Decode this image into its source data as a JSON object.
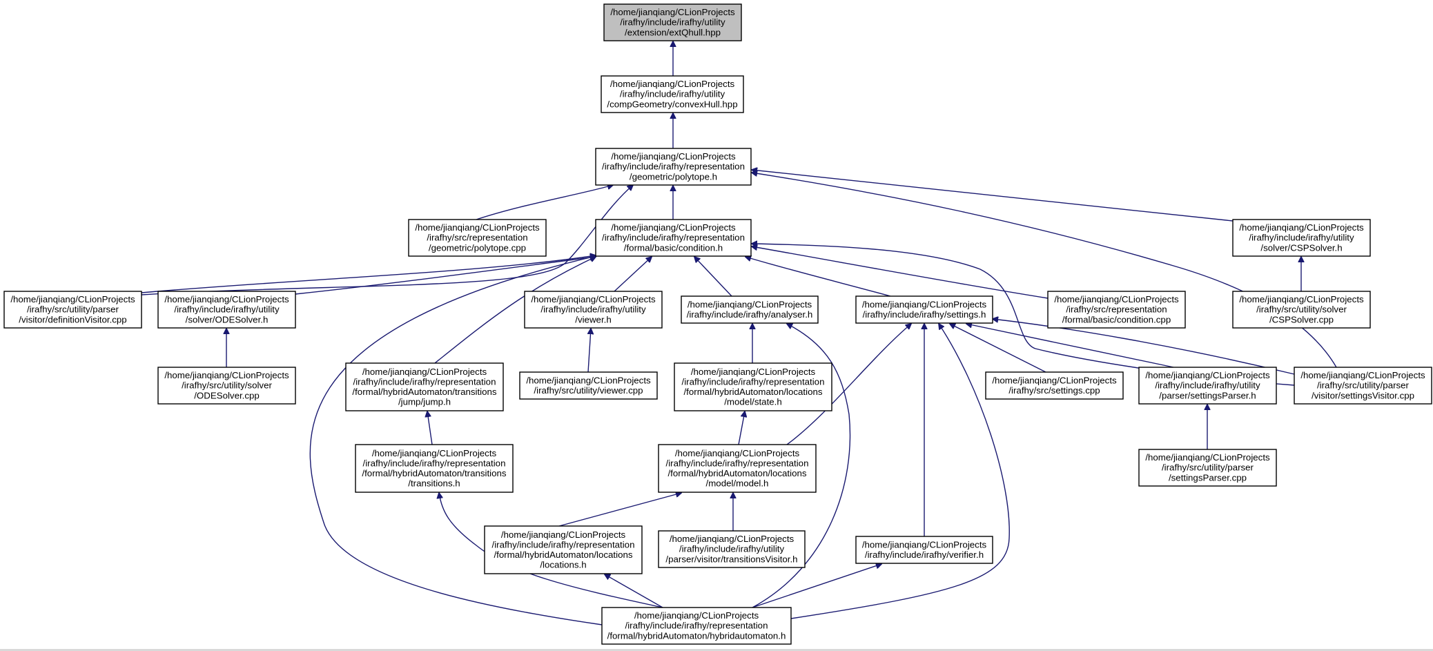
{
  "graph": {
    "edge_color": "#191970",
    "focus_fill": "#bfbfbf",
    "nodes": [
      {
        "id": "extQhull",
        "lines": [
          "/home/jianqiang/CLionProjects",
          "/irafhy/include/irafhy/utility",
          "/extension/extQhull.hpp"
        ],
        "focus": true
      },
      {
        "id": "convexHull",
        "lines": [
          "/home/jianqiang/CLionProjects",
          "/irafhy/include/irafhy/utility",
          "/compGeometry/convexHull.hpp"
        ]
      },
      {
        "id": "polytope_h",
        "lines": [
          "/home/jianqiang/CLionProjects",
          "/irafhy/include/irafhy/representation",
          "/geometric/polytope.h"
        ]
      },
      {
        "id": "polytope_cpp",
        "lines": [
          "/home/jianqiang/CLionProjects",
          "/irafhy/src/representation",
          "/geometric/polytope.cpp"
        ]
      },
      {
        "id": "condition_h",
        "lines": [
          "/home/jianqiang/CLionProjects",
          "/irafhy/include/irafhy/representation",
          "/formal/basic/condition.h"
        ]
      },
      {
        "id": "cspsolver_h",
        "lines": [
          "/home/jianqiang/CLionProjects",
          "/irafhy/include/irafhy/utility",
          "/solver/CSPSolver.h"
        ]
      },
      {
        "id": "definitionVisitor",
        "lines": [
          "/home/jianqiang/CLionProjects",
          "/irafhy/src/utility/parser",
          "/visitor/definitionVisitor.cpp"
        ]
      },
      {
        "id": "odesolver_h",
        "lines": [
          "/home/jianqiang/CLionProjects",
          "/irafhy/include/irafhy/utility",
          "/solver/ODESolver.h"
        ]
      },
      {
        "id": "viewer_h",
        "lines": [
          "/home/jianqiang/CLionProjects",
          "/irafhy/include/irafhy/utility",
          "/viewer.h"
        ]
      },
      {
        "id": "analyser_h",
        "lines": [
          "/home/jianqiang/CLionProjects",
          "/irafhy/include/irafhy/analyser.h"
        ]
      },
      {
        "id": "settings_h",
        "lines": [
          "/home/jianqiang/CLionProjects",
          "/irafhy/include/irafhy/settings.h"
        ]
      },
      {
        "id": "condition_cpp",
        "lines": [
          "/home/jianqiang/CLionProjects",
          "/irafhy/src/representation",
          "/formal/basic/condition.cpp"
        ]
      },
      {
        "id": "cspsolver_cpp",
        "lines": [
          "/home/jianqiang/CLionProjects",
          "/irafhy/src/utility/solver",
          "/CSPSolver.cpp"
        ]
      },
      {
        "id": "odesolver_cpp",
        "lines": [
          "/home/jianqiang/CLionProjects",
          "/irafhy/src/utility/solver",
          "/ODESolver.cpp"
        ]
      },
      {
        "id": "jump_h",
        "lines": [
          "/home/jianqiang/CLionProjects",
          "/irafhy/include/irafhy/representation",
          "/formal/hybridAutomaton/transitions",
          "/jump/jump.h"
        ]
      },
      {
        "id": "viewer_cpp",
        "lines": [
          "/home/jianqiang/CLionProjects",
          "/irafhy/src/utility/viewer.cpp"
        ]
      },
      {
        "id": "state_h",
        "lines": [
          "/home/jianqiang/CLionProjects",
          "/irafhy/include/irafhy/representation",
          "/formal/hybridAutomaton/locations",
          "/model/state.h"
        ]
      },
      {
        "id": "settings_cpp",
        "lines": [
          "/home/jianqiang/CLionProjects",
          "/irafhy/src/settings.cpp"
        ]
      },
      {
        "id": "settingsParser_h",
        "lines": [
          "/home/jianqiang/CLionProjects",
          "/irafhy/include/irafhy/utility",
          "/parser/settingsParser.h"
        ]
      },
      {
        "id": "settingsVisitor",
        "lines": [
          "/home/jianqiang/CLionProjects",
          "/irafhy/src/utility/parser",
          "/visitor/settingsVisitor.cpp"
        ]
      },
      {
        "id": "transitions_h",
        "lines": [
          "/home/jianqiang/CLionProjects",
          "/irafhy/include/irafhy/representation",
          "/formal/hybridAutomaton/transitions",
          "/transitions.h"
        ]
      },
      {
        "id": "model_h",
        "lines": [
          "/home/jianqiang/CLionProjects",
          "/irafhy/include/irafhy/representation",
          "/formal/hybridAutomaton/locations",
          "/model/model.h"
        ]
      },
      {
        "id": "settingsParser_cpp",
        "lines": [
          "/home/jianqiang/CLionProjects",
          "/irafhy/src/utility/parser",
          "/settingsParser.cpp"
        ]
      },
      {
        "id": "locations_h",
        "lines": [
          "/home/jianqiang/CLionProjects",
          "/irafhy/include/irafhy/representation",
          "/formal/hybridAutomaton/locations",
          "/locations.h"
        ]
      },
      {
        "id": "transitionsVisitor",
        "lines": [
          "/home/jianqiang/CLionProjects",
          "/irafhy/include/irafhy/utility",
          "/parser/visitor/transitionsVisitor.h"
        ]
      },
      {
        "id": "verifier_h",
        "lines": [
          "/home/jianqiang/CLionProjects",
          "/irafhy/include/irafhy/verifier.h"
        ]
      },
      {
        "id": "hybridautomaton_h",
        "lines": [
          "/home/jianqiang/CLionProjects",
          "/irafhy/include/irafhy/representation",
          "/formal/hybridAutomaton/hybridautomaton.h"
        ]
      }
    ],
    "edges": [
      {
        "from": "convexHull",
        "to": "extQhull"
      },
      {
        "from": "polytope_h",
        "to": "convexHull"
      },
      {
        "from": "polytope_cpp",
        "to": "polytope_h"
      },
      {
        "from": "condition_h",
        "to": "polytope_h"
      },
      {
        "from": "cspsolver_h",
        "to": "polytope_h"
      },
      {
        "from": "definitionVisitor",
        "to": "polytope_h"
      },
      {
        "from": "settingsVisitor",
        "to": "polytope_h"
      },
      {
        "from": "cspsolver_cpp",
        "to": "cspsolver_h"
      },
      {
        "from": "definitionVisitor",
        "to": "condition_h"
      },
      {
        "from": "odesolver_h",
        "to": "condition_h"
      },
      {
        "from": "viewer_h",
        "to": "condition_h"
      },
      {
        "from": "analyser_h",
        "to": "condition_h"
      },
      {
        "from": "settings_h",
        "to": "condition_h"
      },
      {
        "from": "condition_cpp",
        "to": "condition_h"
      },
      {
        "from": "settingsVisitor",
        "to": "condition_h"
      },
      {
        "from": "jump_h",
        "to": "condition_h"
      },
      {
        "from": "hybridautomaton_h",
        "to": "condition_h"
      },
      {
        "from": "odesolver_cpp",
        "to": "odesolver_h"
      },
      {
        "from": "viewer_cpp",
        "to": "viewer_h"
      },
      {
        "from": "state_h",
        "to": "analyser_h"
      },
      {
        "from": "hybridautomaton_h",
        "to": "analyser_h"
      },
      {
        "from": "settings_cpp",
        "to": "settings_h"
      },
      {
        "from": "settingsParser_h",
        "to": "settings_h"
      },
      {
        "from": "settingsVisitor",
        "to": "settings_h"
      },
      {
        "from": "model_h",
        "to": "settings_h"
      },
      {
        "from": "verifier_h",
        "to": "settings_h"
      },
      {
        "from": "hybridautomaton_h",
        "to": "settings_h"
      },
      {
        "from": "settingsParser_cpp",
        "to": "settingsParser_h"
      },
      {
        "from": "transitions_h",
        "to": "jump_h"
      },
      {
        "from": "model_h",
        "to": "state_h"
      },
      {
        "from": "hybridautomaton_h",
        "to": "transitions_h"
      },
      {
        "from": "locations_h",
        "to": "model_h"
      },
      {
        "from": "transitionsVisitor",
        "to": "model_h"
      },
      {
        "from": "hybridautomaton_h",
        "to": "locations_h"
      },
      {
        "from": "hybridautomaton_h",
        "to": "verifier_h"
      }
    ]
  }
}
